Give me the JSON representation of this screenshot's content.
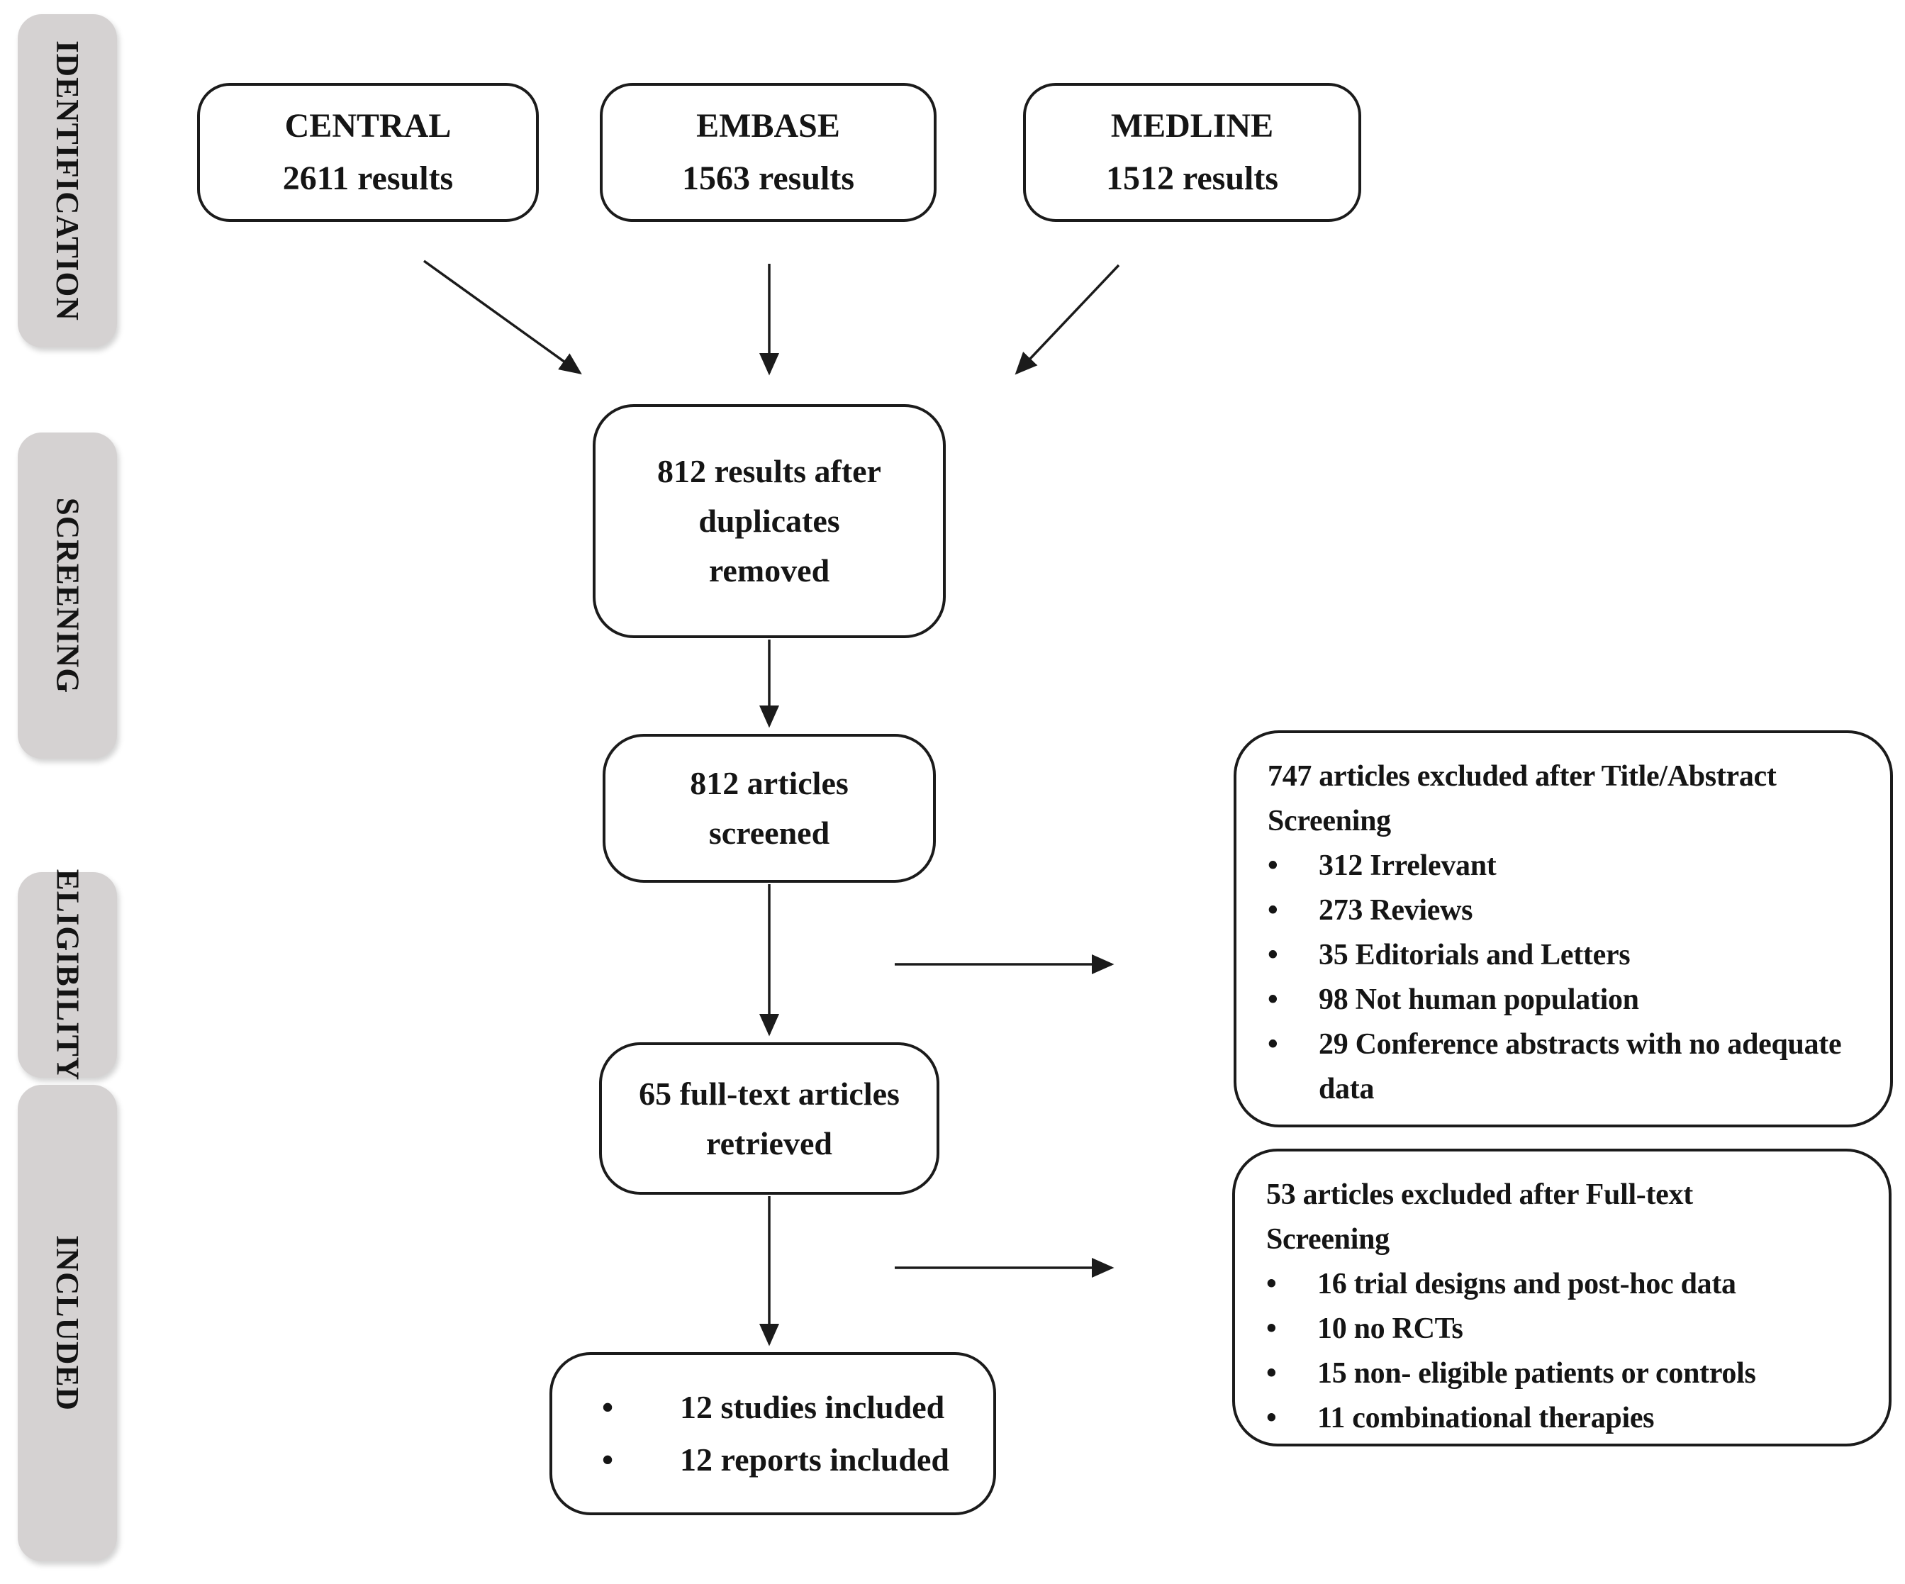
{
  "sidebar": {
    "items": [
      {
        "label": "IDENTIFICATION"
      },
      {
        "label": "SCREENING"
      },
      {
        "label": "ELIGIBILITY"
      },
      {
        "label": "INCLUDED"
      }
    ]
  },
  "sources": [
    {
      "name": "CENTRAL",
      "count": "2611 results"
    },
    {
      "name": "EMBASE",
      "count": "1563 results"
    },
    {
      "name": "MEDLINE",
      "count": "1512 results"
    }
  ],
  "flow": {
    "after_duplicates": {
      "lines": [
        "812 results after",
        "duplicates",
        "removed"
      ]
    },
    "screened": {
      "lines": [
        "812 articles",
        "screened"
      ]
    },
    "fulltext": {
      "lines": [
        "65 full-text articles",
        "retrieved"
      ]
    },
    "included": {
      "bullet_char": "•",
      "bullets": [
        "12 studies included",
        "12 reports included"
      ]
    }
  },
  "exclusions": [
    {
      "title_lines": [
        "747 articles excluded after Title/Abstract",
        "Screening"
      ],
      "bullets": [
        "312 Irrelevant",
        "273 Reviews",
        "35 Editorials and Letters",
        "98 Not human population",
        "29 Conference abstracts with no adequate data"
      ]
    },
    {
      "title_lines": [
        "53 articles excluded after Full-text",
        "Screening"
      ],
      "bullets": [
        "16 trial designs and post-hoc data",
        "10 no RCTs",
        "15 non- eligible patients or controls",
        "11 combinational therapies"
      ]
    }
  ],
  "colors": {
    "stage_bg": "#d5d2d2",
    "box_border": "#1b1b1b",
    "text": "#151515",
    "background": "#ffffff"
  }
}
